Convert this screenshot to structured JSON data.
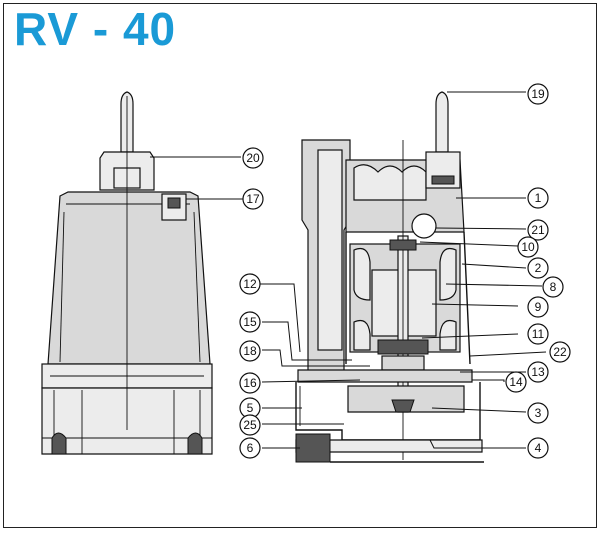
{
  "title": "RV - 40",
  "colors": {
    "title": "#1a9ad6",
    "line": "#111111",
    "fill": "#d9d9d9",
    "dark": "#555555"
  },
  "callouts": [
    {
      "id": "c19",
      "label": "19"
    },
    {
      "id": "c20",
      "label": "20"
    },
    {
      "id": "c17",
      "label": "17"
    },
    {
      "id": "c1",
      "label": "1"
    },
    {
      "id": "c21",
      "label": "21"
    },
    {
      "id": "c10",
      "label": "10"
    },
    {
      "id": "c2",
      "label": "2"
    },
    {
      "id": "c8",
      "label": "8"
    },
    {
      "id": "c9",
      "label": "9"
    },
    {
      "id": "c12",
      "label": "12"
    },
    {
      "id": "c15",
      "label": "15"
    },
    {
      "id": "c11",
      "label": "11"
    },
    {
      "id": "c18",
      "label": "18"
    },
    {
      "id": "c22",
      "label": "22"
    },
    {
      "id": "c13",
      "label": "13"
    },
    {
      "id": "c16",
      "label": "16"
    },
    {
      "id": "c14",
      "label": "14"
    },
    {
      "id": "c5",
      "label": "5"
    },
    {
      "id": "c3",
      "label": "3"
    },
    {
      "id": "c25",
      "label": "25"
    },
    {
      "id": "c6",
      "label": "6"
    },
    {
      "id": "c4",
      "label": "4"
    }
  ]
}
